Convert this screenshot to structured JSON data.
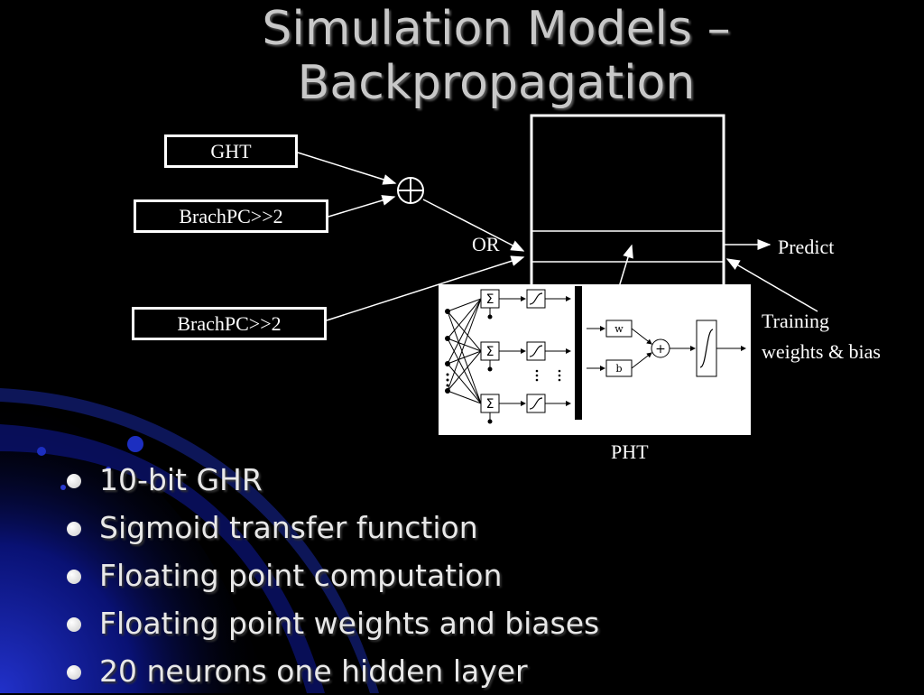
{
  "slide": {
    "title_line1": "Simulation Models –",
    "title_line2": "Backpropagation"
  },
  "diagram": {
    "ght_label": "GHT",
    "brachpc_label_1": "BrachPC>>2",
    "brachpc_label_2": "BrachPC>>2",
    "or_label": "OR",
    "predict_label": "Predict",
    "training_line1": "Training",
    "training_line2": "weights & bias",
    "pht_label": "PHT",
    "nn_w": "w",
    "nn_b": "b"
  },
  "bullets": [
    "10-bit GHR",
    "Sigmoid transfer function",
    "Floating point computation",
    "Floating point weights and biases",
    "20 neurons one hidden layer"
  ],
  "colors": {
    "background": "#000000",
    "swoosh": "#1a2bb0",
    "text": "#ffffff"
  }
}
